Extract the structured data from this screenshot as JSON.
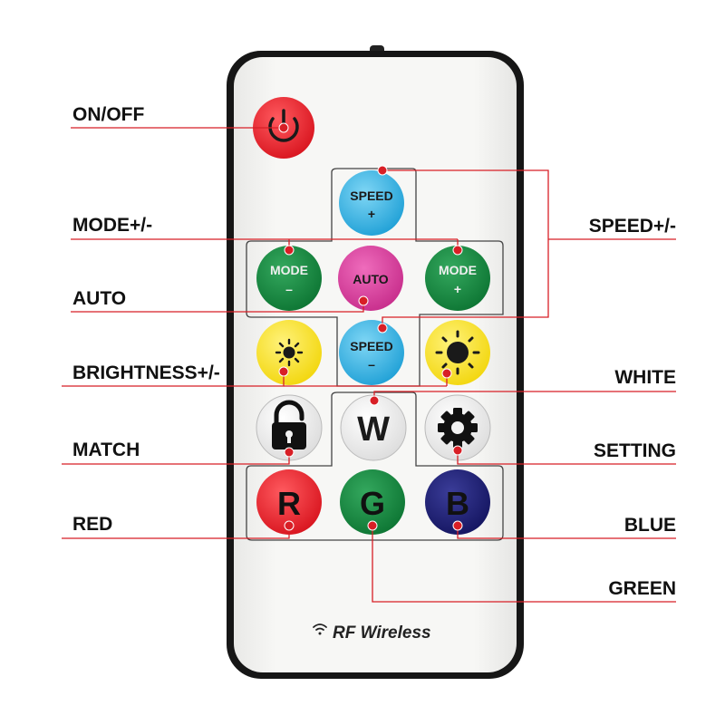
{
  "labels": {
    "on_off": "ON/OFF",
    "mode": "MODE+/-",
    "auto": "AUTO",
    "brightness": "BRIGHTNESS+/-",
    "match": "MATCH",
    "red": "RED",
    "speed": "SPEED+/-",
    "white": "WHITE",
    "setting": "SETTING",
    "blue": "BLUE",
    "green": "GREEN"
  },
  "buttons": {
    "speed_up": {
      "line1": "SPEED",
      "line2": "+"
    },
    "speed_down": {
      "line1": "SPEED",
      "line2": "–"
    },
    "mode_down": {
      "line1": "MODE",
      "line2": "–"
    },
    "mode_up": {
      "line1": "MODE",
      "line2": "+"
    },
    "auto": "AUTO",
    "white": "W",
    "red": "R",
    "green": "G",
    "blue": "B"
  },
  "brand": {
    "text": "RF Wireless"
  },
  "colors": {
    "power_red": "#e8212b",
    "speed_cyan": "#33b3e0",
    "mode_green": "#12873c",
    "auto_magenta": "#d43c9a",
    "brightness_yellow": "#f7e317",
    "red_button": "#d9121c",
    "green_button": "#119043",
    "blue_button": "#1a1c70",
    "leader_line": "#d81f26",
    "remote_body": "#f4f4f2",
    "remote_border": "#1a1a1a"
  },
  "icons": {
    "power": "power-icon",
    "brightness_down": "sun-small-icon",
    "brightness_up": "sun-large-icon",
    "match": "padlock-icon",
    "setting": "gear-icon",
    "wireless": "wifi-icon"
  }
}
